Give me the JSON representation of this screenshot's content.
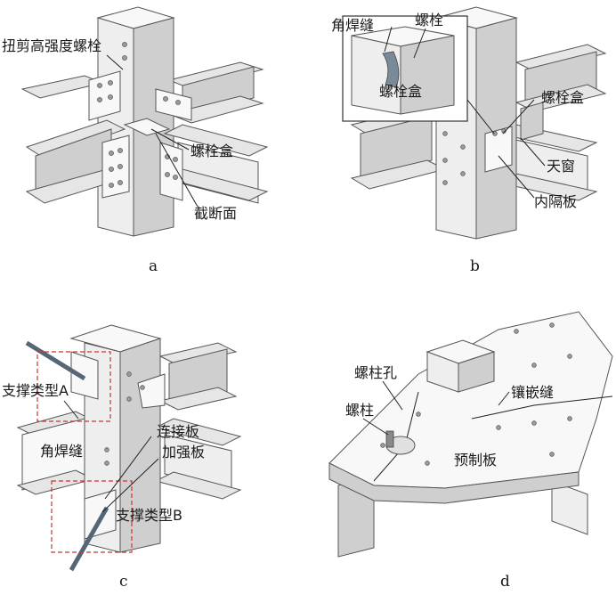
{
  "panels": {
    "a": {
      "caption": "a",
      "labels": {
        "tension_bolt": "扭剪高强度螺栓",
        "bolt_box": "螺栓盒",
        "cross_section": "截断面"
      }
    },
    "b": {
      "caption": "b",
      "labels": {
        "fillet_weld": "角焊缝",
        "bolt": "螺栓",
        "bolt_box_inset": "螺栓盒",
        "bolt_box": "螺栓盒",
        "skylight": "天窗",
        "diaphragm": "内隔板"
      }
    },
    "c": {
      "caption": "c",
      "labels": {
        "brace_a": "支撑类型A",
        "fillet_weld": "角焊缝",
        "connecting_plate": "连接板",
        "stiffener": "加强板",
        "brace_b": "支撑类型B"
      }
    },
    "d": {
      "caption": "d",
      "labels": {
        "bolt_hole": "螺柱孔",
        "stud": "螺柱",
        "inlay_seam": "镶嵌缝",
        "precast_slab": "预制板"
      }
    }
  },
  "colors": {
    "steel": "#eeeeee",
    "steel_dark": "#cfcfcf",
    "brace_box": "#cc3333"
  }
}
